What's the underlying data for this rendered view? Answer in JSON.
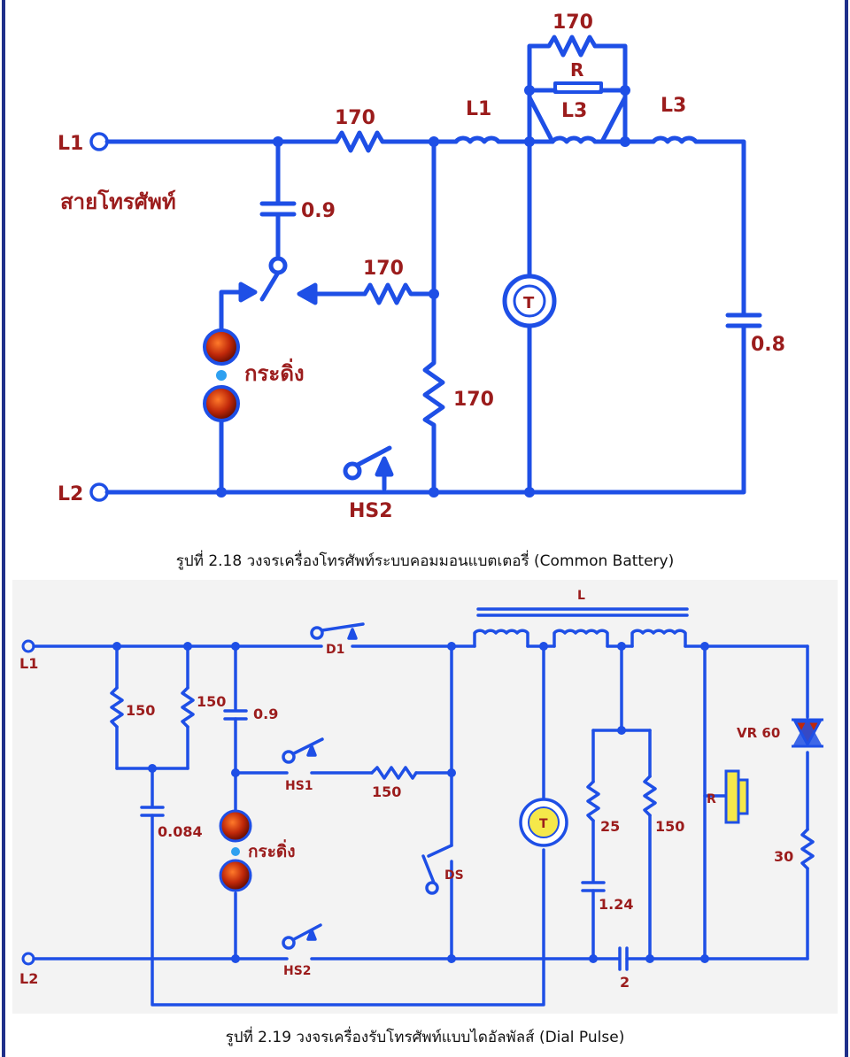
{
  "figure1": {
    "caption": "รูปที่ 2.18 วงจรเครื่องโทรศัพท์ระบบคอมมอนแบตเตอรี่ (Common Battery)",
    "labels": {
      "L1": "L1",
      "L2": "L2",
      "line": "สายโทรศัพท์",
      "c09": "0.9",
      "r_top": "170",
      "r_sw": "170",
      "r_vert": "170",
      "r_par": "170",
      "R": "R",
      "Lone": "L1",
      "L3a": "L3",
      "L3b": "L3",
      "T": "T",
      "c08": "0.8",
      "ringer": "กระดิ่ง",
      "HS2": "HS2"
    }
  },
  "figure2": {
    "caption": "รูปที่ 2.19 วงจรเครื่องรับโทรศัพท์แบบไดอัลพัลส์ (Dial Pulse)",
    "labels": {
      "L1": "L1",
      "L2": "L2",
      "r150a": "150",
      "r150b": "150",
      "c09": "0.9",
      "c0084": "0.084",
      "ringer": "กระดิ่ง",
      "D1": "D1",
      "HS1": "HS1",
      "r150c": "150",
      "DS": "DS",
      "HS2": "HS2",
      "L": "L",
      "T": "T",
      "r25": "25",
      "r150d": "150",
      "c124": "1.24",
      "c2": "2",
      "R": "R",
      "VR": "VR 60",
      "r30": "30"
    }
  },
  "colors": {
    "wire": "#1e4fe6",
    "label": "#9b1c1c",
    "border": "#1f2f8a"
  }
}
